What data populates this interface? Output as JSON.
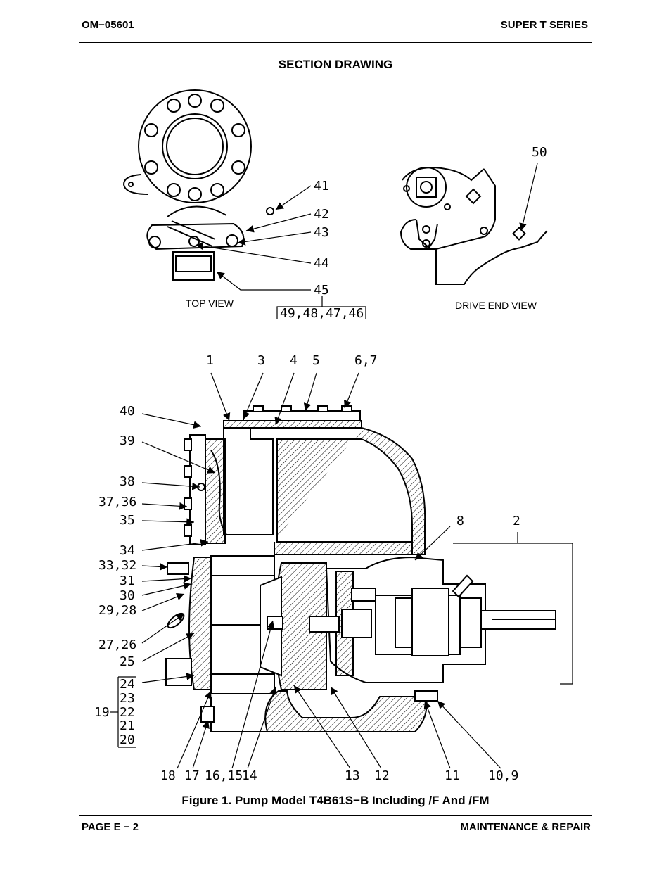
{
  "header": {
    "doc_number": "OM−05601",
    "series": "SUPER T SERIES"
  },
  "section_title": "SECTION DRAWING",
  "views": {
    "top_view": "TOP VIEW",
    "drive_end_view": "DRIVE END VIEW"
  },
  "callouts": {
    "c41": "41",
    "c42": "42",
    "c43": "43",
    "c44": "44",
    "c45": "45",
    "c49_46": "49,48,47,46",
    "c50": "50",
    "c1": "1",
    "c3": "3",
    "c4": "4",
    "c5": "5",
    "c6_7": "6,7",
    "c40": "40",
    "c39": "39",
    "c38": "38",
    "c37_36": "37,36",
    "c35": "35",
    "c34": "34",
    "c33_32": "33,32",
    "c31": "31",
    "c30": "30",
    "c29_28": "29,28",
    "c27_26": "27,26",
    "c25": "25",
    "c24": "24",
    "c23": "23",
    "c19": "19",
    "c22": "22",
    "c21": "21",
    "c20": "20",
    "c8": "8",
    "c2": "2",
    "c18": "18",
    "c17": "17",
    "c16_15": "16,15",
    "c14": "14",
    "c13": "13",
    "c12": "12",
    "c11": "11",
    "c10_9": "10,9"
  },
  "figure_caption": "Figure 1. Pump Model T4B61S−B Including /F And /FM",
  "footer": {
    "page": "PAGE E − 2",
    "section": "MAINTENANCE & REPAIR"
  }
}
